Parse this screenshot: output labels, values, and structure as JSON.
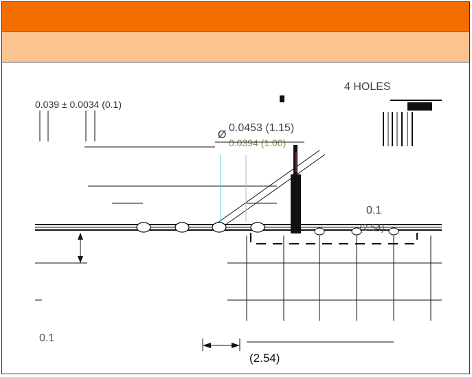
{
  "header": {
    "title": "",
    "subtitle": ""
  },
  "labels": {
    "holes": "4 HOLES",
    "diameter_symbol": "Ø",
    "dim_large": "0.0453 (1.15)",
    "dim_small": "0.0394 (1.00)",
    "spec_top_left": "0.039 ± 0.0034 (0.1)",
    "pitch_in": "0.1",
    "pitch_mm": "(2.54)",
    "left_in": "0.1",
    "bottom_mm": "(2.54)"
  },
  "colors": {
    "header": "#f26d00",
    "subheader": "#fdc38e",
    "line": "#111111",
    "dim_text": "#333333",
    "accent_cyan": "#4ec9e6",
    "accent_magenta": "#d23b8f"
  }
}
